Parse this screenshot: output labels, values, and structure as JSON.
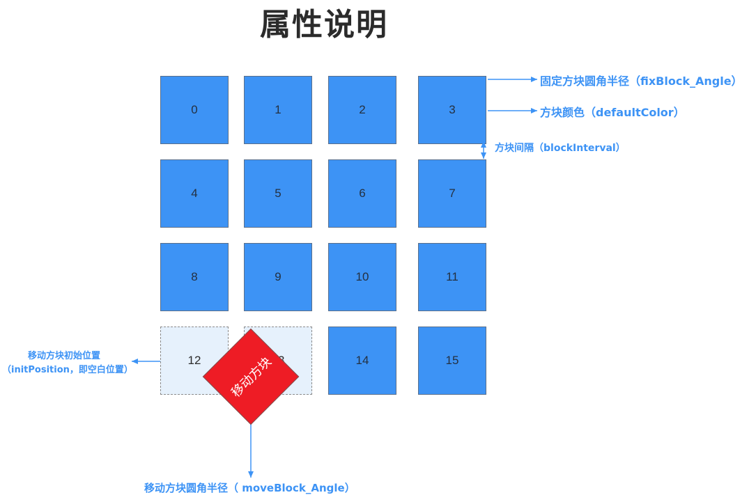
{
  "title": "属性说明",
  "grid": {
    "blocks": [
      "0",
      "1",
      "2",
      "3",
      "4",
      "5",
      "6",
      "7",
      "8",
      "9",
      "10",
      "11",
      "12",
      "13",
      "14",
      "15"
    ],
    "empty_indices": [
      12,
      13
    ]
  },
  "moving_block": {
    "label": "移动方块"
  },
  "annotations": {
    "fix_block_angle": "固定方块圆角半径（fixBlock_Angle）",
    "default_color": "方块颜色（defaultColor）",
    "block_interval": "方块间隔（blockInterval）",
    "init_position_line1": "移动方块初始位置",
    "init_position_line2": "（initPosition，即空白位置）",
    "move_block_angle": "移动方块圆角半径（ moveBlock_Angle）"
  },
  "colors": {
    "block_fill": "#3d93f5",
    "empty_fill": "#e6f1fc",
    "moving_fill": "#ee1c25",
    "annotation": "#3d93f5"
  }
}
